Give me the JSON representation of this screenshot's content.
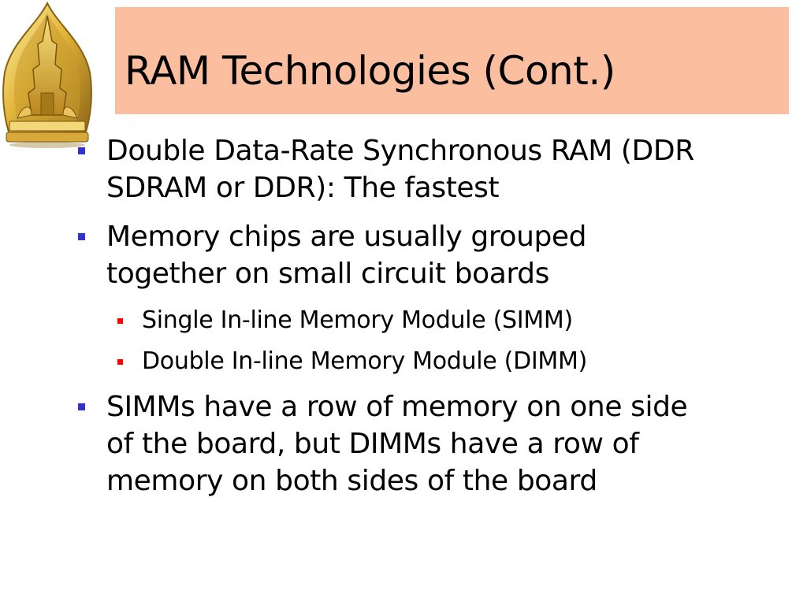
{
  "slide": {
    "title": "RAM Technologies (Cont.)",
    "colors": {
      "title_band": "#fbbf9f",
      "bullet_level1": "#3333cc",
      "bullet_level2": "#ff0000"
    },
    "logo_icon": "gold-emblem-icon",
    "bullets": [
      {
        "level": 1,
        "lines": [
          "Double Data-Rate Synchronous RAM (DDR",
          "SDRAM or DDR):  The fastest"
        ]
      },
      {
        "level": 1,
        "lines": [
          "Memory chips are usually grouped",
          "together on small circuit boards"
        ]
      },
      {
        "level": 2,
        "lines": [
          "Single In-line Memory Module (SIMM)"
        ]
      },
      {
        "level": 2,
        "lines": [
          "Double In-line Memory Module (DIMM)"
        ]
      },
      {
        "level": 1,
        "lines": [
          "SIMMs have a row of memory on one side",
          "of the board, but DIMMs have a row of",
          "memory on both sides of the board"
        ]
      }
    ]
  }
}
